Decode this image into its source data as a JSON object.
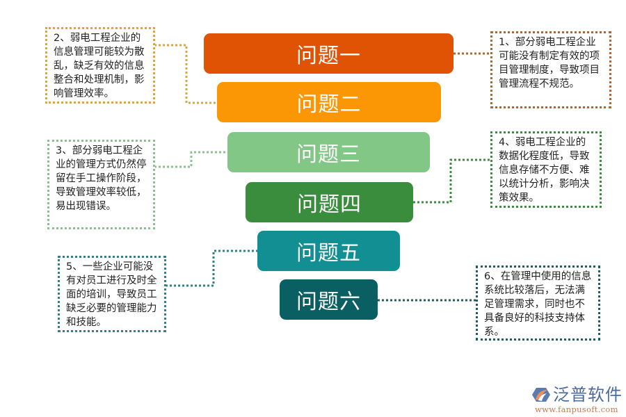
{
  "diagram": {
    "type": "funnel-with-callouts",
    "blocks": [
      {
        "label": "问题一",
        "color": "#E05304"
      },
      {
        "label": "问题二",
        "color": "#FB9704"
      },
      {
        "label": "问题三",
        "color": "#82C785"
      },
      {
        "label": "问题四",
        "color": "#3A8D3D"
      },
      {
        "label": "问题五",
        "color": "#128F92"
      },
      {
        "label": "问题六",
        "color": "#0A5F62"
      }
    ],
    "notes": [
      {
        "text": "1、部分弱电工程企业可能没有制定有效的项目管理制度，导致项目管理流程不规范。",
        "border_color": "#B0642E",
        "side": "right"
      },
      {
        "text": "2、弱电工程企业的信息管理可能较为散乱，缺乏有效的信息整合和处理机制，影响管理效率。",
        "border_color": "#D9A441",
        "side": "left"
      },
      {
        "text": "3、部分弱电工程企业的管理方式仍然停留在手工操作阶段，导致管理效率较低，易出现错误。",
        "border_color": "#8CC08E",
        "side": "left"
      },
      {
        "text": "4、弱电工程企业的数据化程度低，导致信息存储不方便、难以统计分析，影响决策效果。",
        "border_color": "#3E8B42",
        "side": "right"
      },
      {
        "text": "5、一些企业可能没有对员工进行及时全面的培训，导致员工缺乏必要的管理能力和技能。",
        "border_color": "#2E8286",
        "side": "left"
      },
      {
        "text": "6、在管理中使用的信息系统比较落后，无法满足管理需求，同时也不具备良好的科技支持体系。",
        "border_color": "#1E5E60",
        "side": "right"
      }
    ]
  },
  "logo": {
    "name": "泛普软件",
    "url": "www.fanpusoft.com",
    "icon": "fanpu-logo-icon"
  }
}
